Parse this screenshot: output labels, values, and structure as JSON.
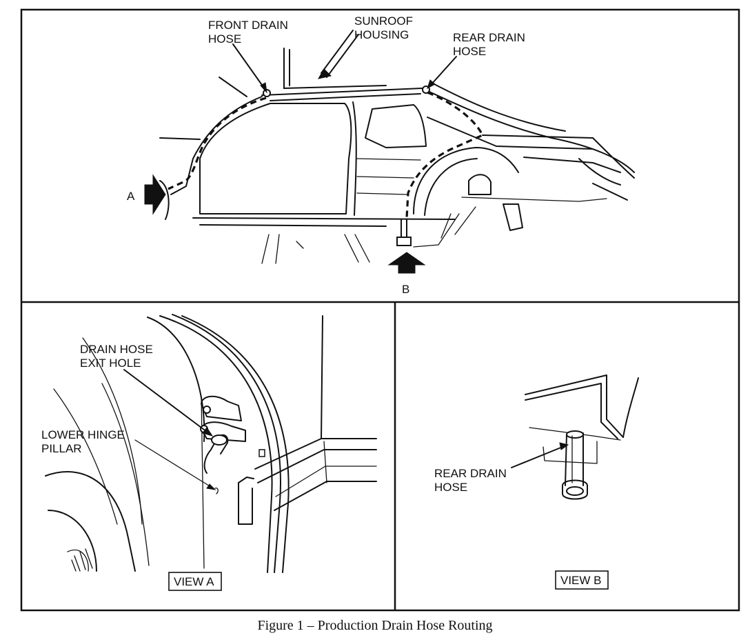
{
  "figure": {
    "caption": "Figure 1 – Production Drain Hose Routing",
    "top_panel": {
      "labels": {
        "front_drain_hose_l1": "FRONT DRAIN",
        "front_drain_hose_l2": "HOSE",
        "sunroof_housing_l1": "SUNROOF",
        "sunroof_housing_l2": "HOUSING",
        "rear_drain_hose_l1": "REAR DRAIN",
        "rear_drain_hose_l2": "HOSE",
        "marker_a": "A",
        "marker_b": "B"
      }
    },
    "view_a": {
      "label": "VIEW A",
      "drain_hose_exit_hole_l1": "DRAIN HOSE",
      "drain_hose_exit_hole_l2": "EXIT HOLE",
      "lower_hinge_pillar_l1": "LOWER HINGE",
      "lower_hinge_pillar_l2": "PILLAR"
    },
    "view_b": {
      "label": "VIEW B",
      "rear_drain_hose_l1": "REAR DRAIN",
      "rear_drain_hose_l2": "HOSE"
    }
  }
}
